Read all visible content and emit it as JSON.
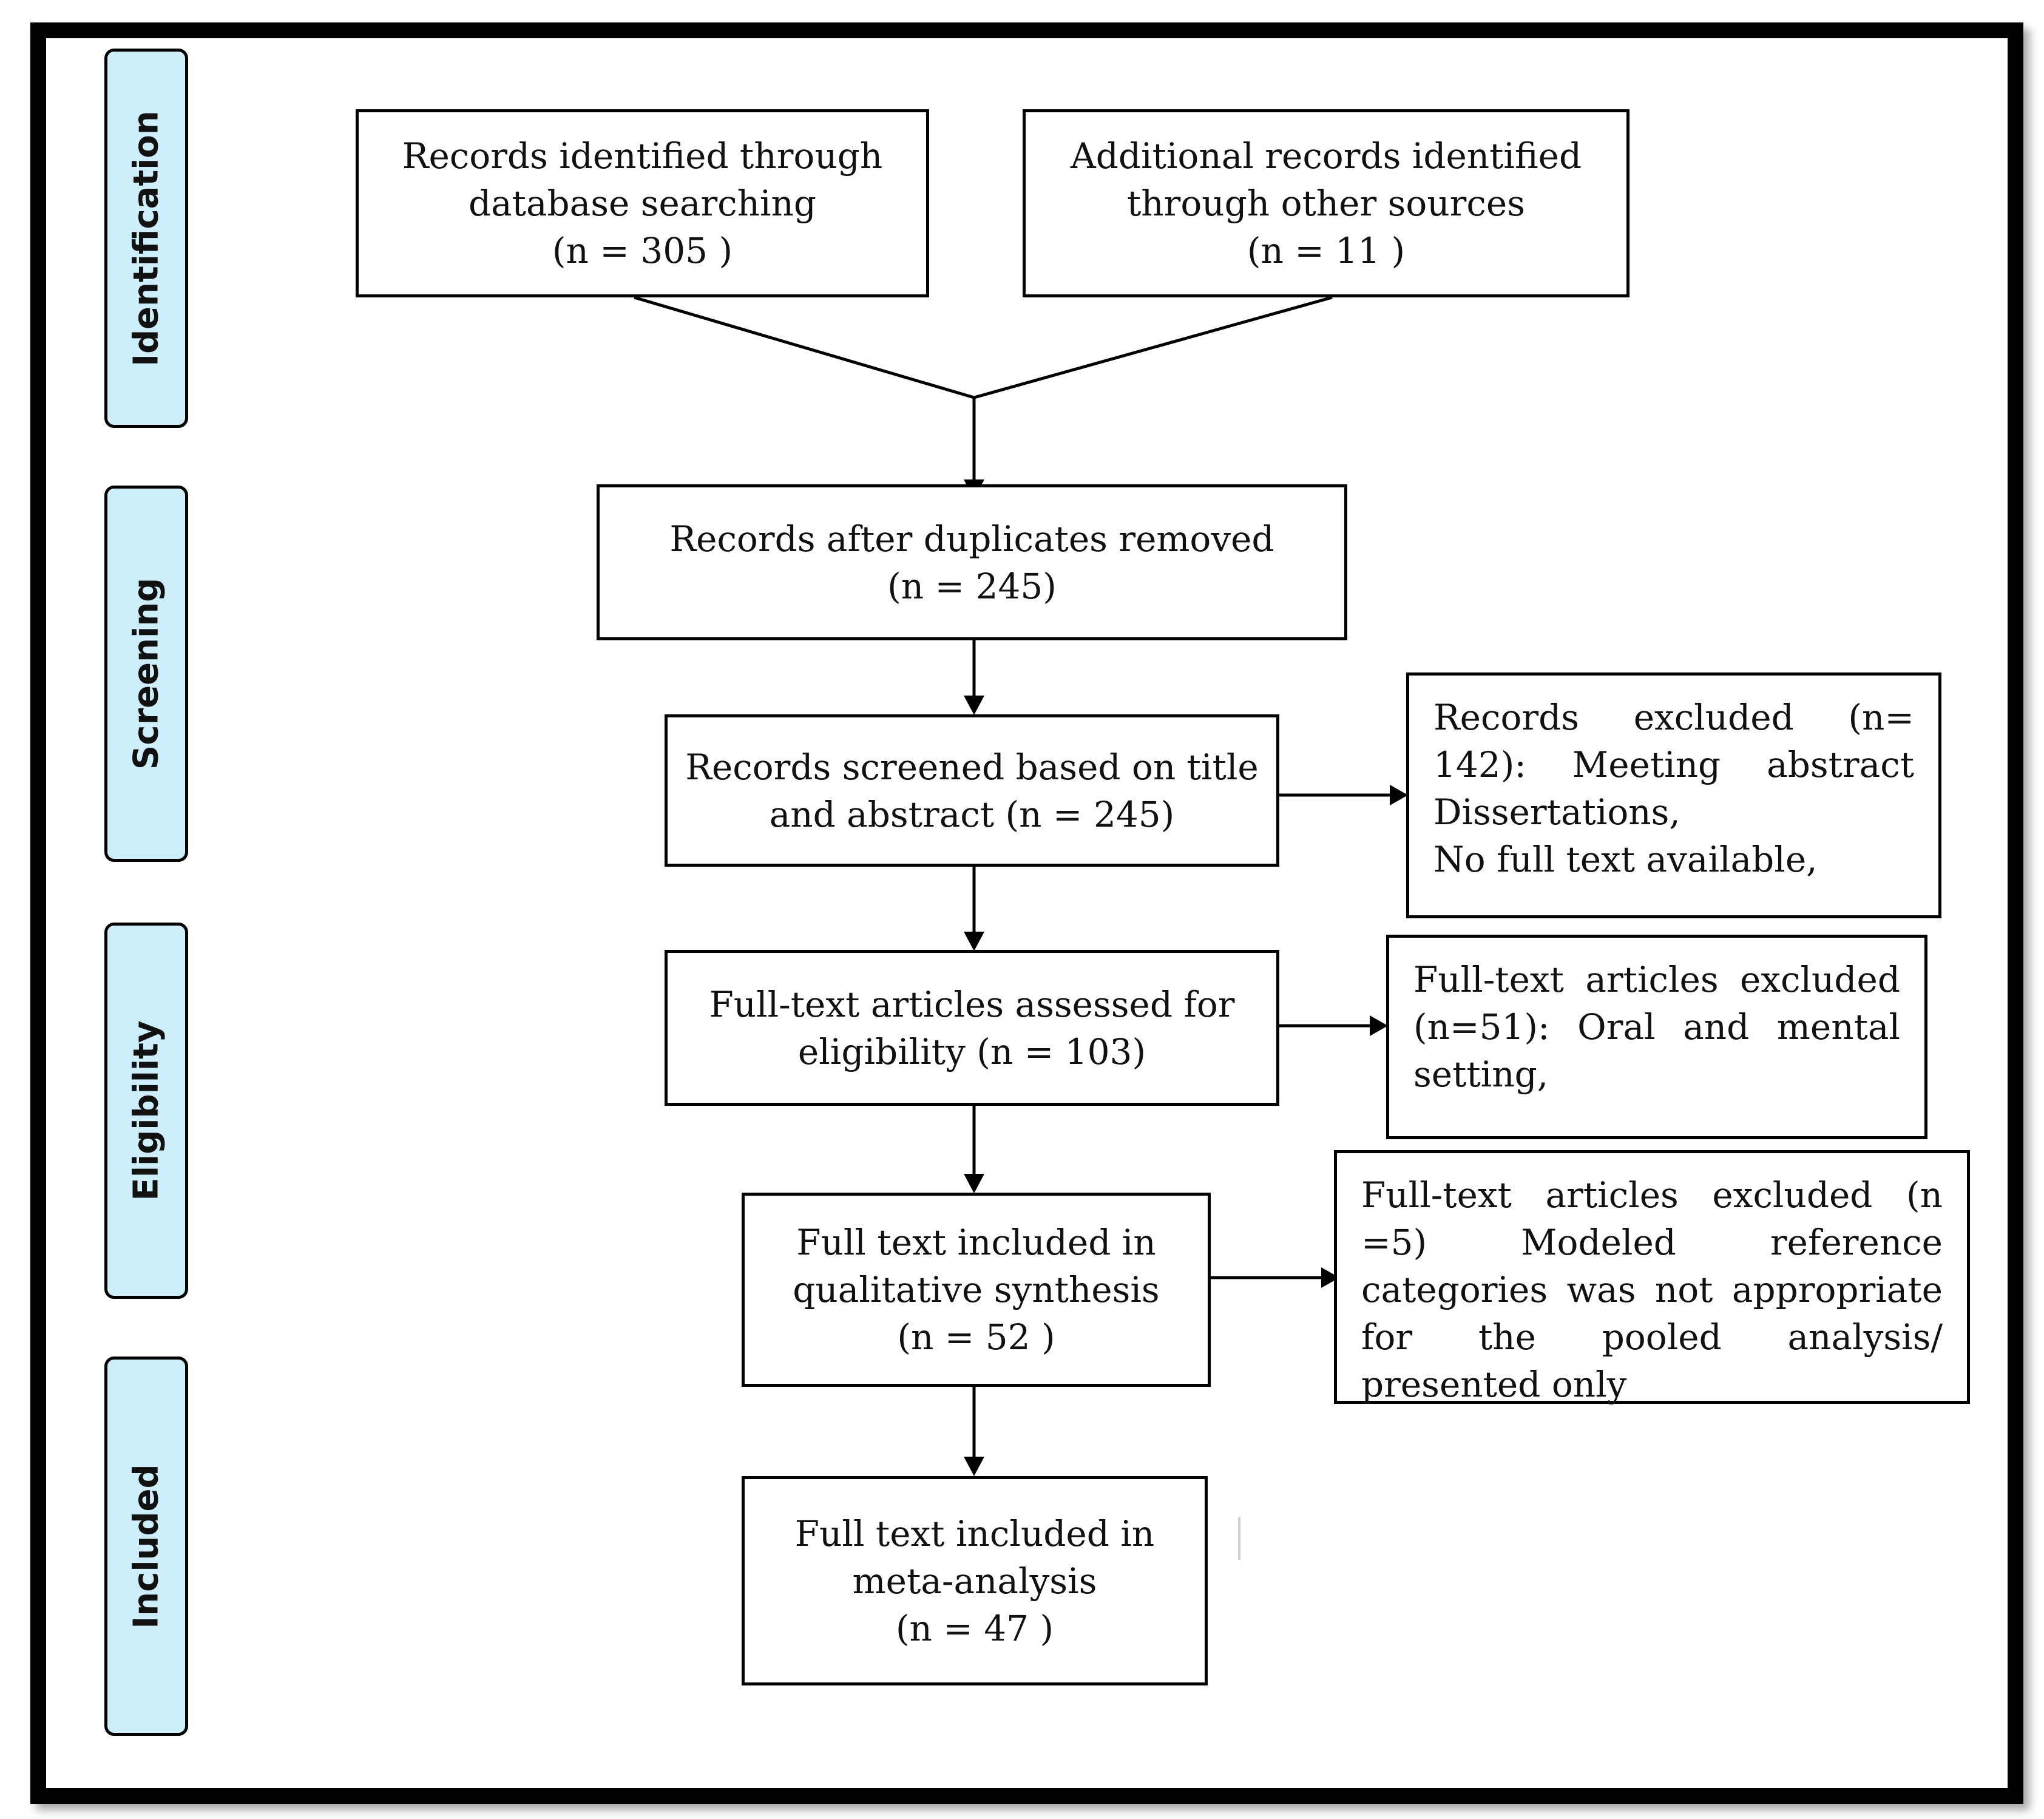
{
  "stages": {
    "identification": "Identification",
    "screening": "Screening",
    "eligibility": "Eligibility",
    "included": "Included"
  },
  "boxes": {
    "database_records": {
      "line1": "Records identified through",
      "line2": "database searching",
      "line3": "(n =  305 )"
    },
    "other_sources": {
      "line1": "Additional records identified",
      "line2": "through other sources",
      "line3": "(n = 11  )"
    },
    "duplicates_removed": {
      "line1": "Records after duplicates removed",
      "line2": "(n = 245)"
    },
    "screened": {
      "line1": "Records screened based on title",
      "line2": "and abstract (n = 245)"
    },
    "records_excluded": {
      "text1": "Records excluded (n= 142): Meeting abstract Dissertations,",
      "text2": "No full text available,"
    },
    "assessed": {
      "line1": "Full-text articles assessed for",
      "line2": "eligibility (n = 103)"
    },
    "fulltext_excluded": {
      "text1": "Full-text articles excluded (n=51): Oral and mental setting,"
    },
    "qualitative": {
      "line1": "Full text included in",
      "line2": "qualitative synthesis",
      "line3": "(n = 52  )"
    },
    "fulltext_excluded_5": {
      "text1": "Full-text articles excluded (n =5) Modeled reference categories was not appropriate for the pooled analysis/ presented only"
    },
    "meta_analysis": {
      "line1": "Full text included in",
      "line2": "meta-analysis",
      "line3": "(n = 47 )"
    }
  }
}
